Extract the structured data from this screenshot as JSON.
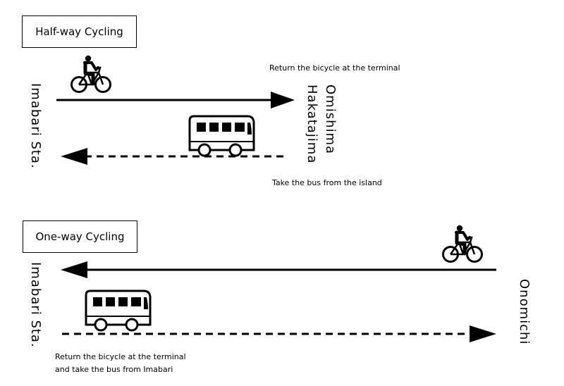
{
  "half_way": {
    "title": "Half-way Cycling",
    "start": "Imabari Sta.",
    "end_line1": "Omishima",
    "end_line2": "Hakatajima",
    "note_top": "Return the bicycle at the terminal",
    "note_bottom": "Take the bus from the island"
  },
  "one_way": {
    "title": "One-way Cycling",
    "start": "Imabari Sta.",
    "end": "Onomichi",
    "note_line1": "Return the bicycle at the terminal",
    "note_line2": "and take the bus from Imabari"
  },
  "icons": [
    "bicycle-icon",
    "bus-icon"
  ]
}
